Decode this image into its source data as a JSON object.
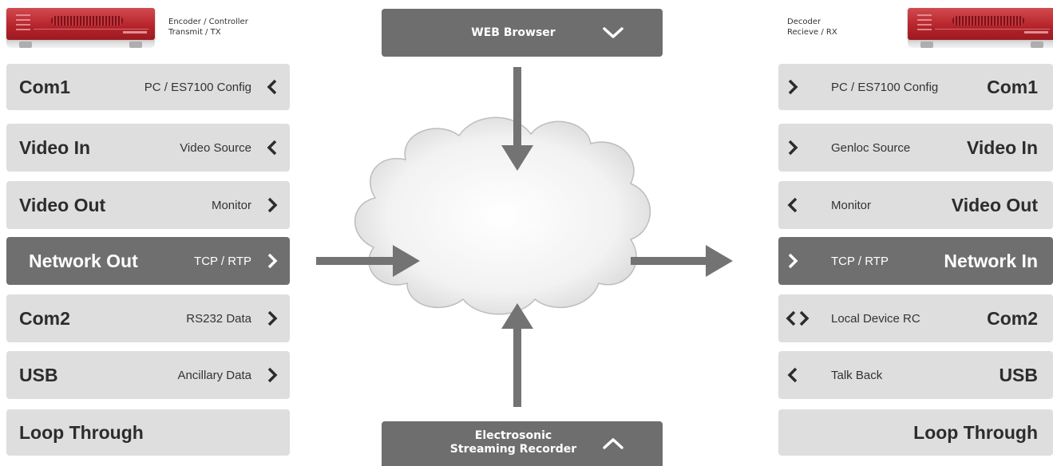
{
  "encoder": {
    "caption_line1": "Encoder / Controller",
    "caption_line2": "Transmit / TX",
    "rows": [
      {
        "label": "Com1",
        "desc": "PC / ES7100 Config",
        "arrow": "left"
      },
      {
        "label": "Video In",
        "desc": "Video Source",
        "arrow": "left"
      },
      {
        "label": "Video Out",
        "desc": "Monitor",
        "arrow": "right"
      },
      {
        "label": "Network Out",
        "desc": "TCP / RTP",
        "arrow": "right",
        "highlight": true
      },
      {
        "label": "Com2",
        "desc": "RS232 Data",
        "arrow": "right"
      },
      {
        "label": "USB",
        "desc": "Ancillary Data",
        "arrow": "right"
      },
      {
        "label": "Loop Through",
        "desc": "",
        "arrow": "none"
      }
    ]
  },
  "decoder": {
    "caption_line1": "Decoder",
    "caption_line2": "Recieve / RX",
    "rows": [
      {
        "label": "Com1",
        "desc": "PC / ES7100 Config",
        "arrow": "right"
      },
      {
        "label": "Video In",
        "desc": "Genloc Source",
        "arrow": "right"
      },
      {
        "label": "Video Out",
        "desc": "Monitor",
        "arrow": "left"
      },
      {
        "label": "Network In",
        "desc": "TCP / RTP",
        "arrow": "right",
        "highlight": true
      },
      {
        "label": "Com2",
        "desc": "Local Device RC",
        "arrow": "both"
      },
      {
        "label": "USB",
        "desc": "Talk Back",
        "arrow": "left"
      },
      {
        "label": "Loop Through",
        "desc": "",
        "arrow": "none"
      }
    ]
  },
  "web_browser": {
    "label": "WEB Browser",
    "icon": "chevron-down-icon"
  },
  "recorder": {
    "line1": "Electrosonic",
    "line2": "Streaming Recorder",
    "icon": "chevron-up-icon"
  },
  "colors": {
    "row_bg": "#dedede",
    "row_dark_bg": "#6f6f6f",
    "box_bg": "#6e6e6e",
    "arrow": "#737373",
    "device_red": "#b7242c"
  }
}
